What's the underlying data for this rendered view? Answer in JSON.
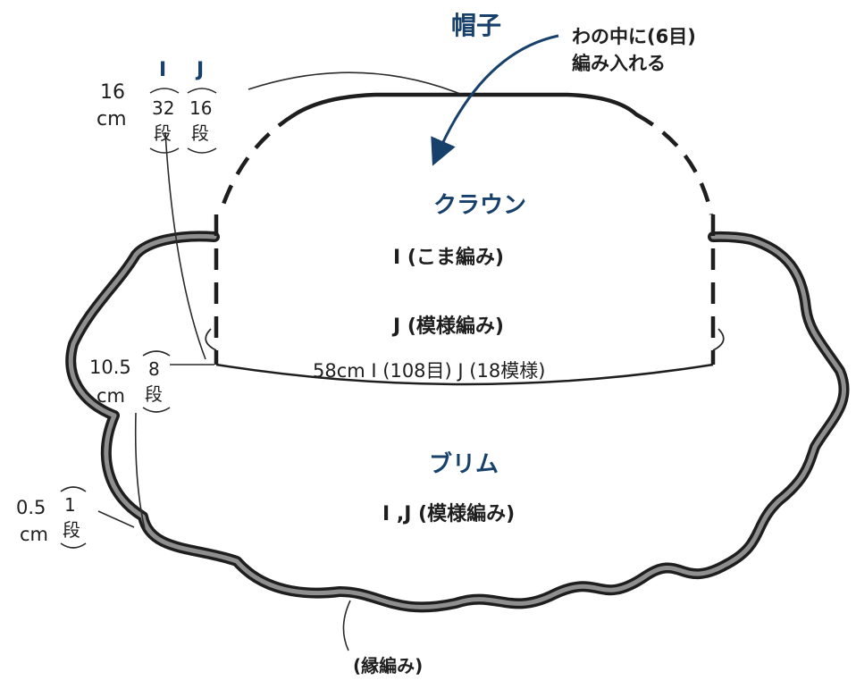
{
  "title": "帽子",
  "note": {
    "line1": "わの中に(6目)",
    "line2": "編み入れる"
  },
  "crown": {
    "name": "クラウン",
    "stitch_i": "I (こま編み)",
    "stitch_j": "J (模様編み)",
    "height": {
      "value": "16",
      "unit": "cm",
      "i_letter": "I",
      "i_rows": "32",
      "i_rows_unit": "段",
      "j_letter": "J",
      "j_rows": "16",
      "j_rows_unit": "段"
    }
  },
  "circumference": "58cm I (108目) J (18模様)",
  "brim": {
    "name": "ブリム",
    "stitch": "I ,J (模様編み)",
    "height": {
      "value": "10.5",
      "unit": "cm",
      "rows": "8",
      "rows_unit": "段"
    },
    "edge": {
      "value": "0.5",
      "unit": "cm",
      "rows": "1",
      "rows_unit": "段"
    },
    "edge_stitch": "(縁編み)"
  },
  "colors": {
    "accent": "#17406b",
    "ink": "#1e1e1e",
    "brim_band": "#8f8f8f"
  }
}
